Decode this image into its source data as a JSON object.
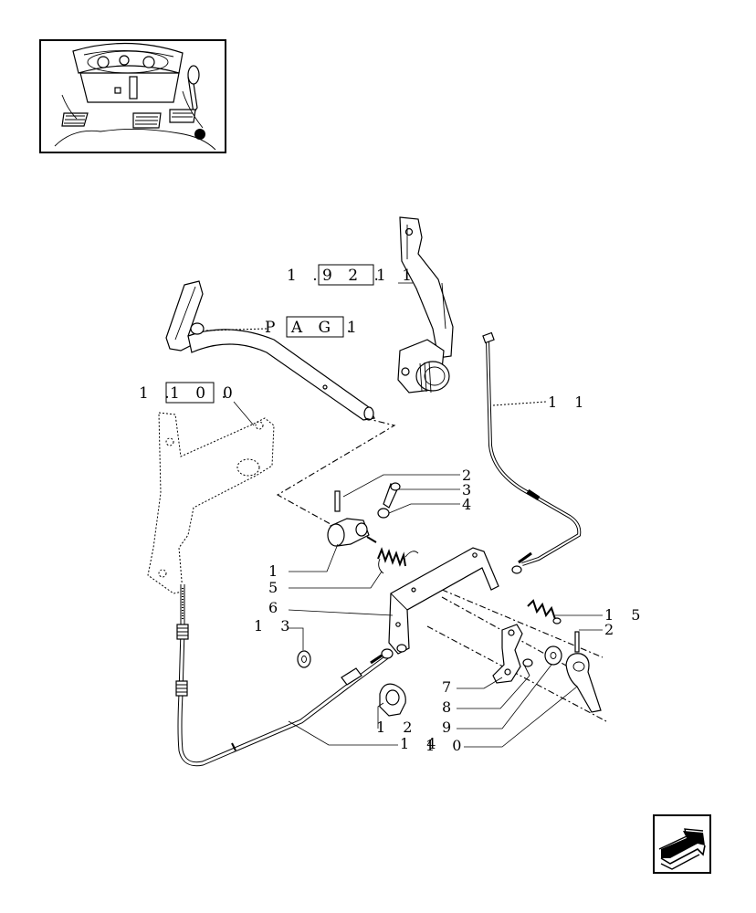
{
  "thumbnail": {
    "marker_color": "#000000"
  },
  "references": {
    "ref1": {
      "prefix": "1 .",
      "box": "9 2 .",
      "suffix": "1 1"
    },
    "ref2": {
      "prefix": "P A G .",
      "box": "",
      "suffix": "1"
    },
    "ref3": {
      "prefix": "1 .",
      "box": "1 0 .",
      "suffix": "0"
    }
  },
  "callouts": {
    "c2a": "2",
    "c3": "3",
    "c4": "4",
    "c11": "1 1",
    "c1": "1",
    "c5": "5",
    "c6": "6",
    "c13": "1 3",
    "c15": "1 5",
    "c2b": "2",
    "c7": "7",
    "c8": "8",
    "c9": "9",
    "c10": "1 0",
    "c12": "1 2",
    "c14": "1 4"
  },
  "nav": {
    "icon": "next-page-arrow-icon"
  }
}
